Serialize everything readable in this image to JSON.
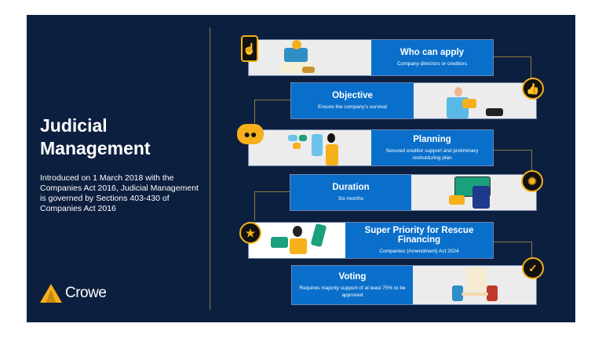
{
  "title": "Judicial Management",
  "intro": "Introduced on 1 March 2018 with the Companies Act 2016, Judicial Management is governed by Sections 403-430 of Companies Act 2016",
  "logo": "Crowe",
  "colors": {
    "panel": "#0d1f3f",
    "accent_blue": "#0a6fca",
    "gold": "#f5b01a"
  },
  "steps": [
    {
      "heading": "Who can apply",
      "text": "Company directors or creditors",
      "icon": "pointing-hand-icon"
    },
    {
      "heading": "Objective",
      "text": "Ensure the company's survival",
      "icon": "thumbs-up-icon"
    },
    {
      "heading": "Planning",
      "text": "Secured creditor support and preliminary restructuring plan",
      "icon": "eyes-icon"
    },
    {
      "heading": "Duration",
      "text": "Six months",
      "icon": "alarm-icon"
    },
    {
      "heading": "Super Priority for Rescue Financing",
      "text": "Companies (Amendment) Act 2024",
      "icon": "star-icon"
    },
    {
      "heading": "Voting",
      "text": "Requires majority support of at least 75% to be approved",
      "icon": "checkmark-icon"
    }
  ]
}
